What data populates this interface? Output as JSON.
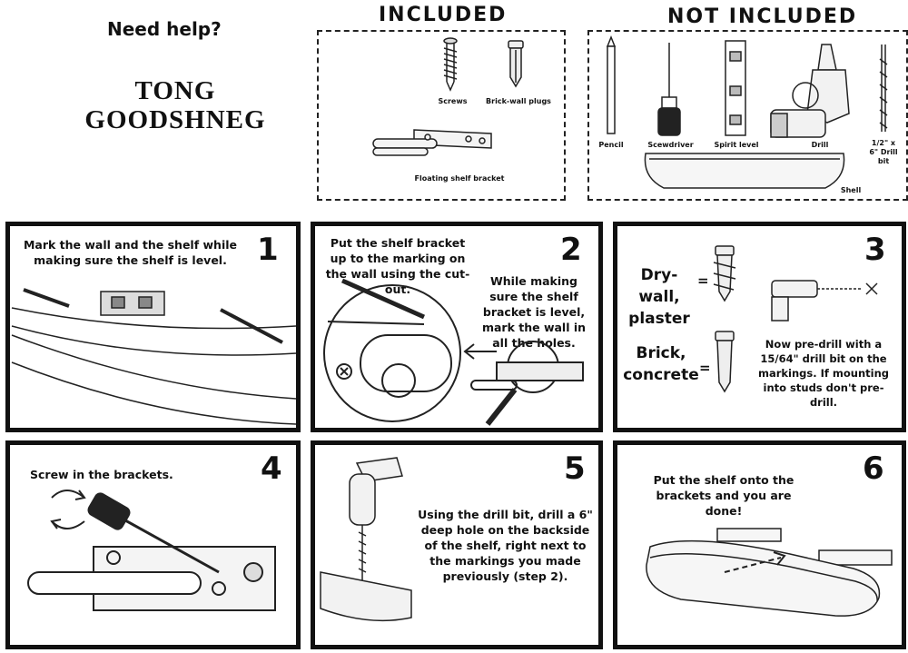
{
  "header": {
    "help": "Need help?",
    "brand_line1": "TONG",
    "brand_line2": "GOODSHNEG"
  },
  "included": {
    "title": "INCLUDED",
    "items": {
      "screws": "Screws",
      "plugs": "Brick-wall plugs",
      "bracket": "Floating shelf bracket"
    }
  },
  "not_included": {
    "title": "NOT INCLUDED",
    "items": {
      "pencil": "Pencil",
      "screwdriver": "Scewdriver",
      "level": "Spirit level",
      "drill": "Drill",
      "bit": "1/2\" x 6\" Drill bit",
      "shelf": "Shell"
    }
  },
  "steps": [
    {
      "number": "1",
      "text": "Mark the wall and the shelf while making sure the shelf is level."
    },
    {
      "number": "2",
      "text_a": "Put the shelf bracket up to the marking on the wall using the cut-out.",
      "text_b": "While making sure the shelf bracket is level, mark the wall in all the holes."
    },
    {
      "number": "3",
      "drywall": "Dry-wall, plaster",
      "brick": "Brick, concrete",
      "eq": "=",
      "text": "Now pre-drill with a 15/64\" drill bit on the markings. If mounting into studs don't pre-drill."
    },
    {
      "number": "4",
      "text": "Screw in the brackets."
    },
    {
      "number": "5",
      "text": "Using the drill bit, drill a 6\" deep hole on the backside of the shelf, right next to the markings you made previously (step 2)."
    },
    {
      "number": "6",
      "text": "Put the shelf onto the brackets and you are done!"
    }
  ]
}
